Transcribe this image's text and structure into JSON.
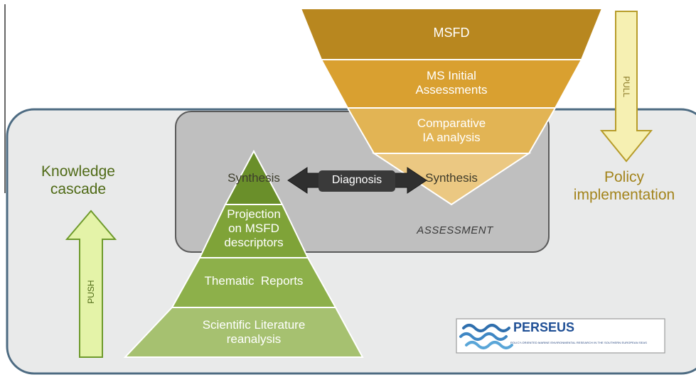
{
  "pull_pyramid": {
    "levels": [
      {
        "lines": [
          "MSFD"
        ],
        "color": "#b8871f"
      },
      {
        "lines": [
          "MS Initial",
          "Assessments"
        ],
        "color": "#d9a030"
      },
      {
        "lines": [
          "Comparative",
          "IA analysis"
        ],
        "color": "#e2b454"
      },
      {
        "lines": [
          "Synthesis"
        ],
        "color": "#ebc882"
      }
    ]
  },
  "push_pyramid": {
    "levels": [
      {
        "lines": [
          "Synthesis"
        ],
        "color": "#6a8f2a"
      },
      {
        "lines": [
          "Projection",
          "on MSFD",
          "descriptors"
        ],
        "color": "#7fa338"
      },
      {
        "lines": [
          "Thematic  Reports"
        ],
        "color": "#8db04a"
      },
      {
        "lines": [
          "Scientific Literature",
          "reanalysis"
        ],
        "color": "#a6c170"
      }
    ]
  },
  "diagnosis": {
    "label": "Diagnosis"
  },
  "assessment": {
    "label": "ASSESSMENT"
  },
  "knowledge_cascade": {
    "lines": [
      "Knowledge",
      "cascade"
    ]
  },
  "policy_implementation": {
    "lines": [
      "Policy",
      "implementation"
    ]
  },
  "push_arrow": {
    "label": "PUSH",
    "color": "#e4f3a8"
  },
  "pull_arrow": {
    "label": "PULL",
    "color": "#f6f0b2"
  },
  "logo": {
    "name": "PERSEUS",
    "tagline": "POLICY-ORIENTED MARINE ENVIRONMENTAL RESEARCH IN THE SOUTHERN EUROPEAN SEAS"
  },
  "colors": {
    "frame_fill": "#e9eaea",
    "frame_stroke": "#4d6b82",
    "assessment_fill": "#bfbfbf",
    "text_green": "#4f6a16",
    "text_gold": "#a3841c"
  }
}
